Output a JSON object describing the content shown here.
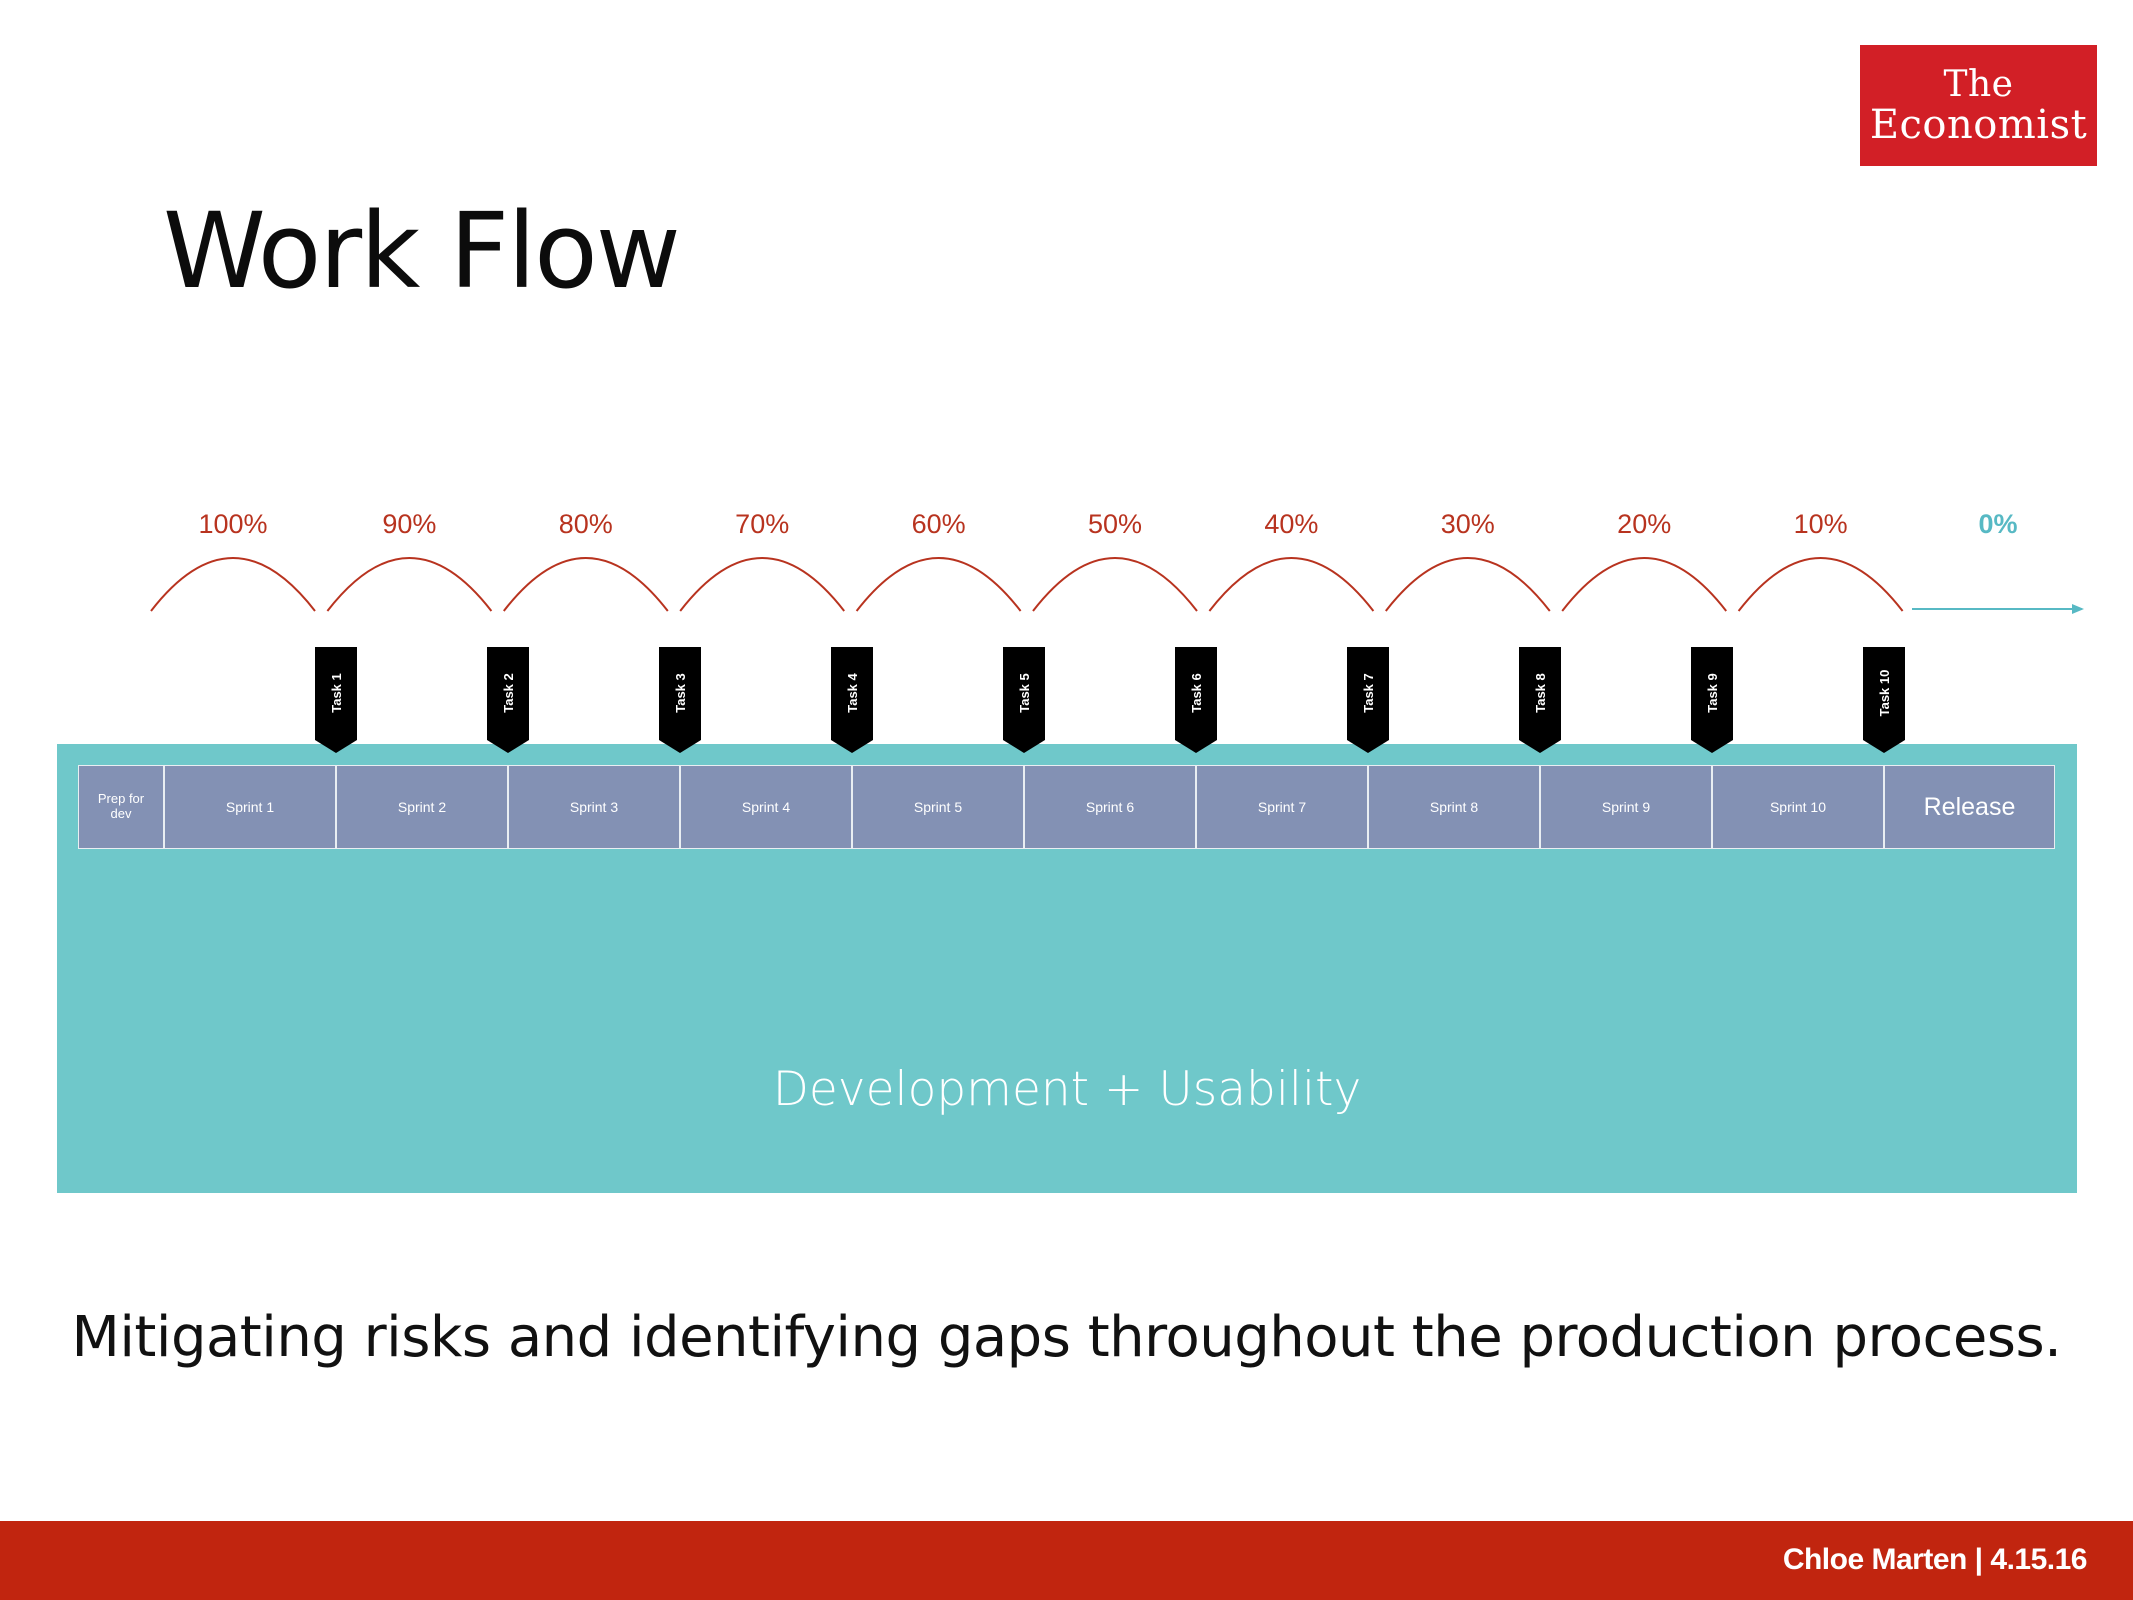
{
  "logo": {
    "line1": "The",
    "line2": "Economist"
  },
  "title": "Work Flow",
  "percentages": [
    "100%",
    "90%",
    "80%",
    "70%",
    "60%",
    "50%",
    "40%",
    "30%",
    "20%",
    "10%"
  ],
  "final_percentage": "0%",
  "tasks": [
    "Task 1",
    "Task 2",
    "Task 3",
    "Task 4",
    "Task 5",
    "Task 6",
    "Task 7",
    "Task 8",
    "Task 9",
    "Task 10"
  ],
  "prep_label": "Prep for dev",
  "sprints": [
    "Sprint 1",
    "Sprint 2",
    "Sprint 3",
    "Sprint 4",
    "Sprint 5",
    "Sprint 6",
    "Sprint 7",
    "Sprint 8",
    "Sprint 9",
    "Sprint 10"
  ],
  "release_label": "Release",
  "dev_label": "Development + Usability",
  "subtitle": "Mitigating risks and identifying gaps throughout the production process.",
  "footer": "Chloe Marten | 4.15.16",
  "colors": {
    "brand_red": "#d21f26",
    "footer_red": "#c1250f",
    "arc_red": "#b8331f",
    "teal": "#6fc8ca",
    "final_teal": "#57b9c4",
    "sprint_blue": "#8391b4",
    "task_black": "#000000"
  }
}
